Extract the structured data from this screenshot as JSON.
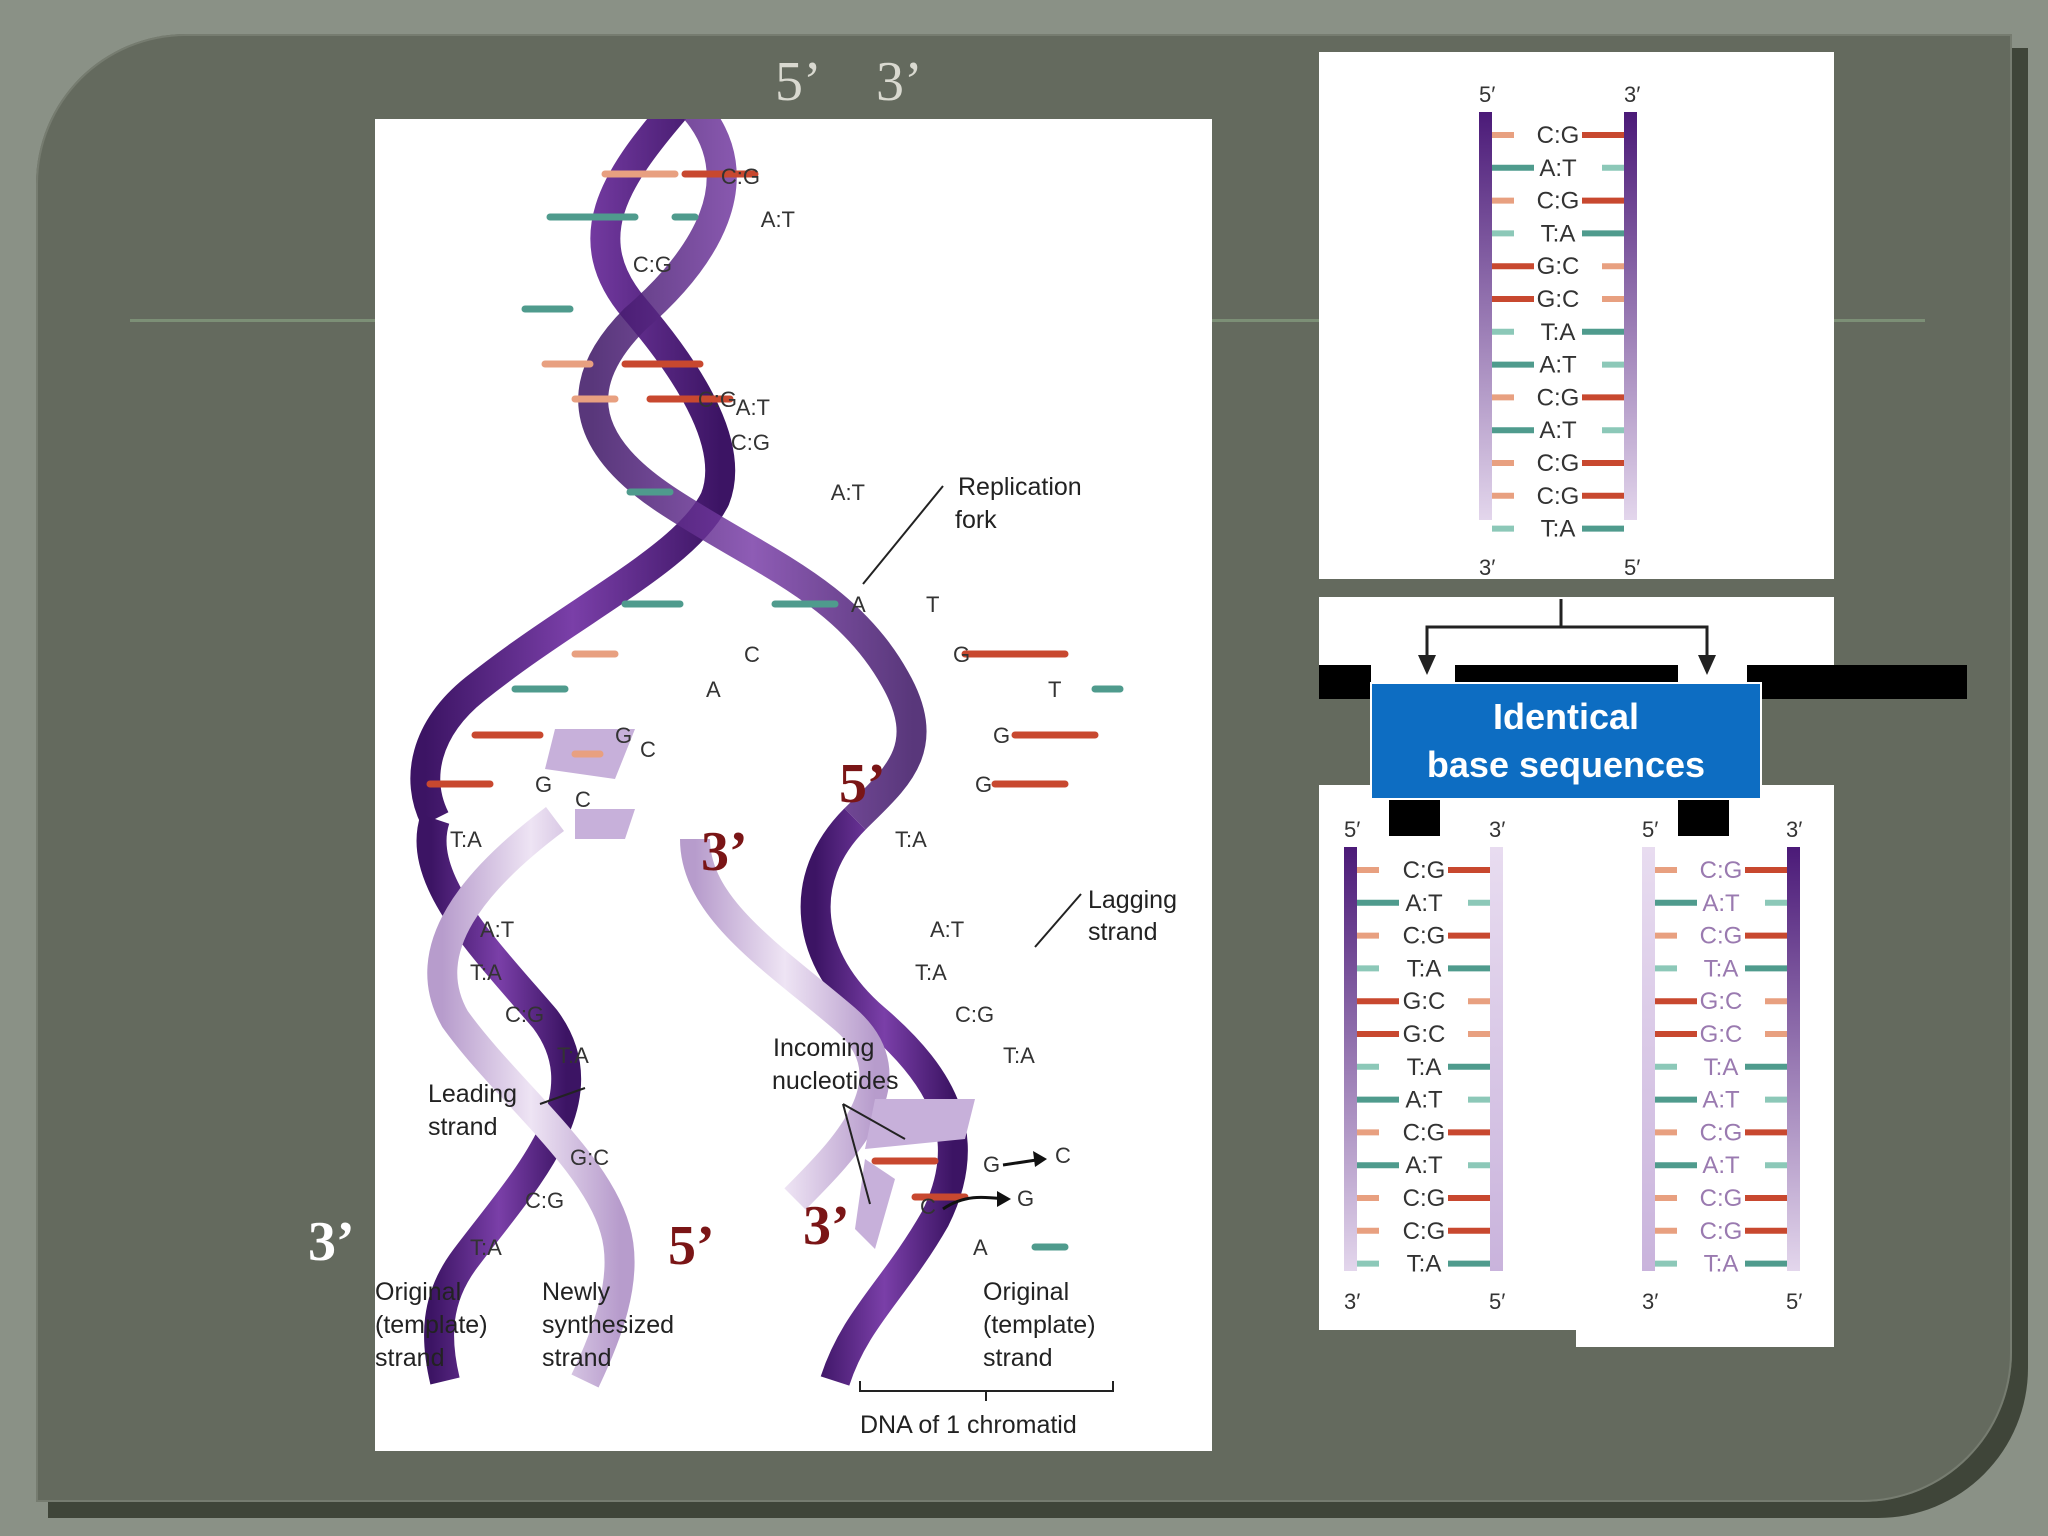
{
  "slide": {
    "top_end_labels": {
      "five_prime": "5’",
      "three_prime": "3’"
    },
    "annotation_labels": {
      "mid_left_3": "3’",
      "mid_right_5": "5’",
      "bottom_far_left_3": "3’",
      "bottom_mid_5": "5’",
      "bottom_mid_3": "3’"
    }
  },
  "fork_diagram": {
    "replication_fork": [
      "Replication",
      "fork"
    ],
    "lagging_strand": [
      "Lagging",
      "strand"
    ],
    "leading_strand": [
      "Leading",
      "strand"
    ],
    "incoming_nucleotides": [
      "Incoming",
      "nucleotides"
    ],
    "original_left": [
      "Original",
      "(template)",
      "strand"
    ],
    "newly_synthesized": [
      "Newly",
      "synthesized",
      "strand"
    ],
    "original_right": [
      "Original",
      "(template)",
      "strand"
    ],
    "chromatid_caption": "DNA of 1 chromatid",
    "top_pairs": [
      "C:G",
      "A:T",
      "C:G",
      "A:T",
      "C:G",
      "C:G",
      "A:T"
    ],
    "fork_bases_left": [
      "A",
      "C",
      "A",
      "G",
      "C",
      "G",
      "C"
    ],
    "fork_bases_right": [
      "T",
      "G",
      "T",
      "G",
      "G"
    ],
    "left_daughter_pairs": [
      "T:A",
      "A:T",
      "T:A",
      "C:G",
      "T:A",
      "G:C",
      "C:G",
      "T:A"
    ],
    "right_daughter_pairs": [
      "T:A",
      "A:T",
      "T:A",
      "C:G",
      "T:A"
    ],
    "incoming_bases": [
      "G",
      "C",
      "C",
      "G",
      "A"
    ]
  },
  "ladders": {
    "parent": {
      "label_5_top": "5′",
      "label_3_top": "3′",
      "label_3_bottom": "3′",
      "label_5_bottom": "5′",
      "pairs": [
        "C:G",
        "A:T",
        "C:G",
        "T:A",
        "G:C",
        "G:C",
        "T:A",
        "A:T",
        "C:G",
        "A:T",
        "C:G",
        "C:G",
        "T:A"
      ]
    },
    "daughter_left": {
      "label_5_top": "5′",
      "label_3_top": "3′",
      "label_3_bottom": "3′",
      "label_5_bottom": "5′",
      "pairs": [
        "C:G",
        "A:T",
        "C:G",
        "T:A",
        "G:C",
        "G:C",
        "T:A",
        "A:T",
        "C:G",
        "A:T",
        "C:G",
        "C:G",
        "T:A"
      ]
    },
    "daughter_right": {
      "label_5_top": "5′",
      "label_3_top": "3′",
      "label_3_bottom": "3′",
      "label_5_bottom": "5′",
      "pairs": [
        "C:G",
        "A:T",
        "C:G",
        "T:A",
        "G:C",
        "G:C",
        "T:A",
        "A:T",
        "C:G",
        "A:T",
        "C:G",
        "C:G",
        "T:A"
      ]
    }
  },
  "identical_box": {
    "line1": "Identical",
    "line2": "base sequences"
  },
  "colors": {
    "strand_dark": "#4b1a78",
    "strand_light": "#d3bfe0",
    "base_red": "#c8482f",
    "base_teal": "#4f9b8d",
    "base_salmon": "#e8a080",
    "box_blue": "#0d6dc2"
  }
}
